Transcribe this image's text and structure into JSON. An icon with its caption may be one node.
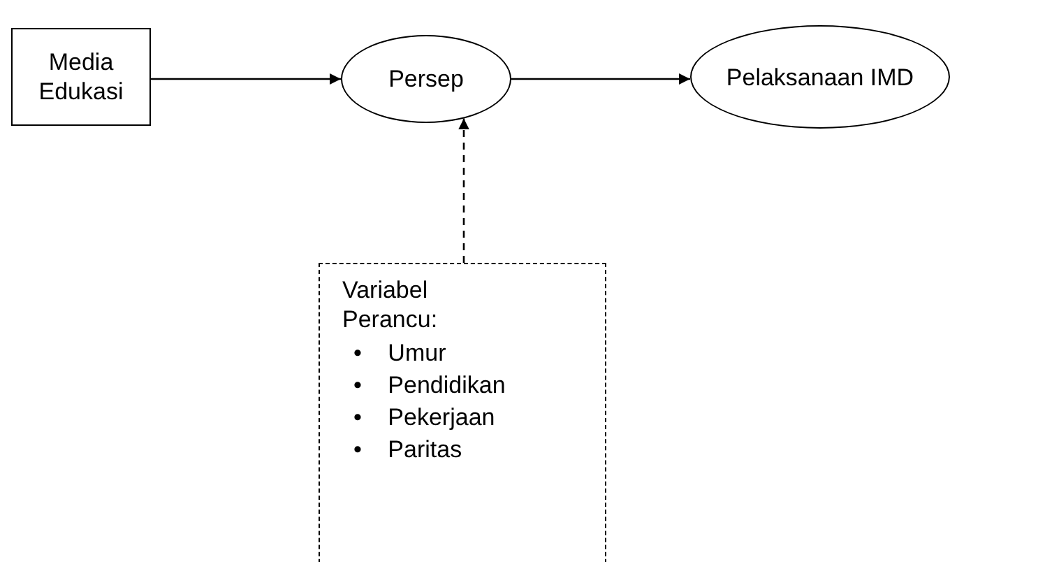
{
  "diagram": {
    "nodes": [
      {
        "text": [
          "Media Edukasi"
        ]
      },
      {
        "text": [
          "Persep"
        ]
      },
      {
        "text": [
          "Pelaksanaan IMD"
        ]
      },
      {
        "text": [
          "Variabel Perancu:",
          "• Umur",
          "• Pendidikan",
          "• Pekerjaan",
          "• Paritas"
        ]
      }
    ],
    "edges": [
      {
        "from": 0,
        "to": 1,
        "arrow": "to"
      },
      {
        "from": 1,
        "to": 2,
        "arrow": "to"
      },
      {
        "from": 3,
        "to": 1,
        "arrow": "to",
        "style": "dashed"
      }
    ]
  }
}
